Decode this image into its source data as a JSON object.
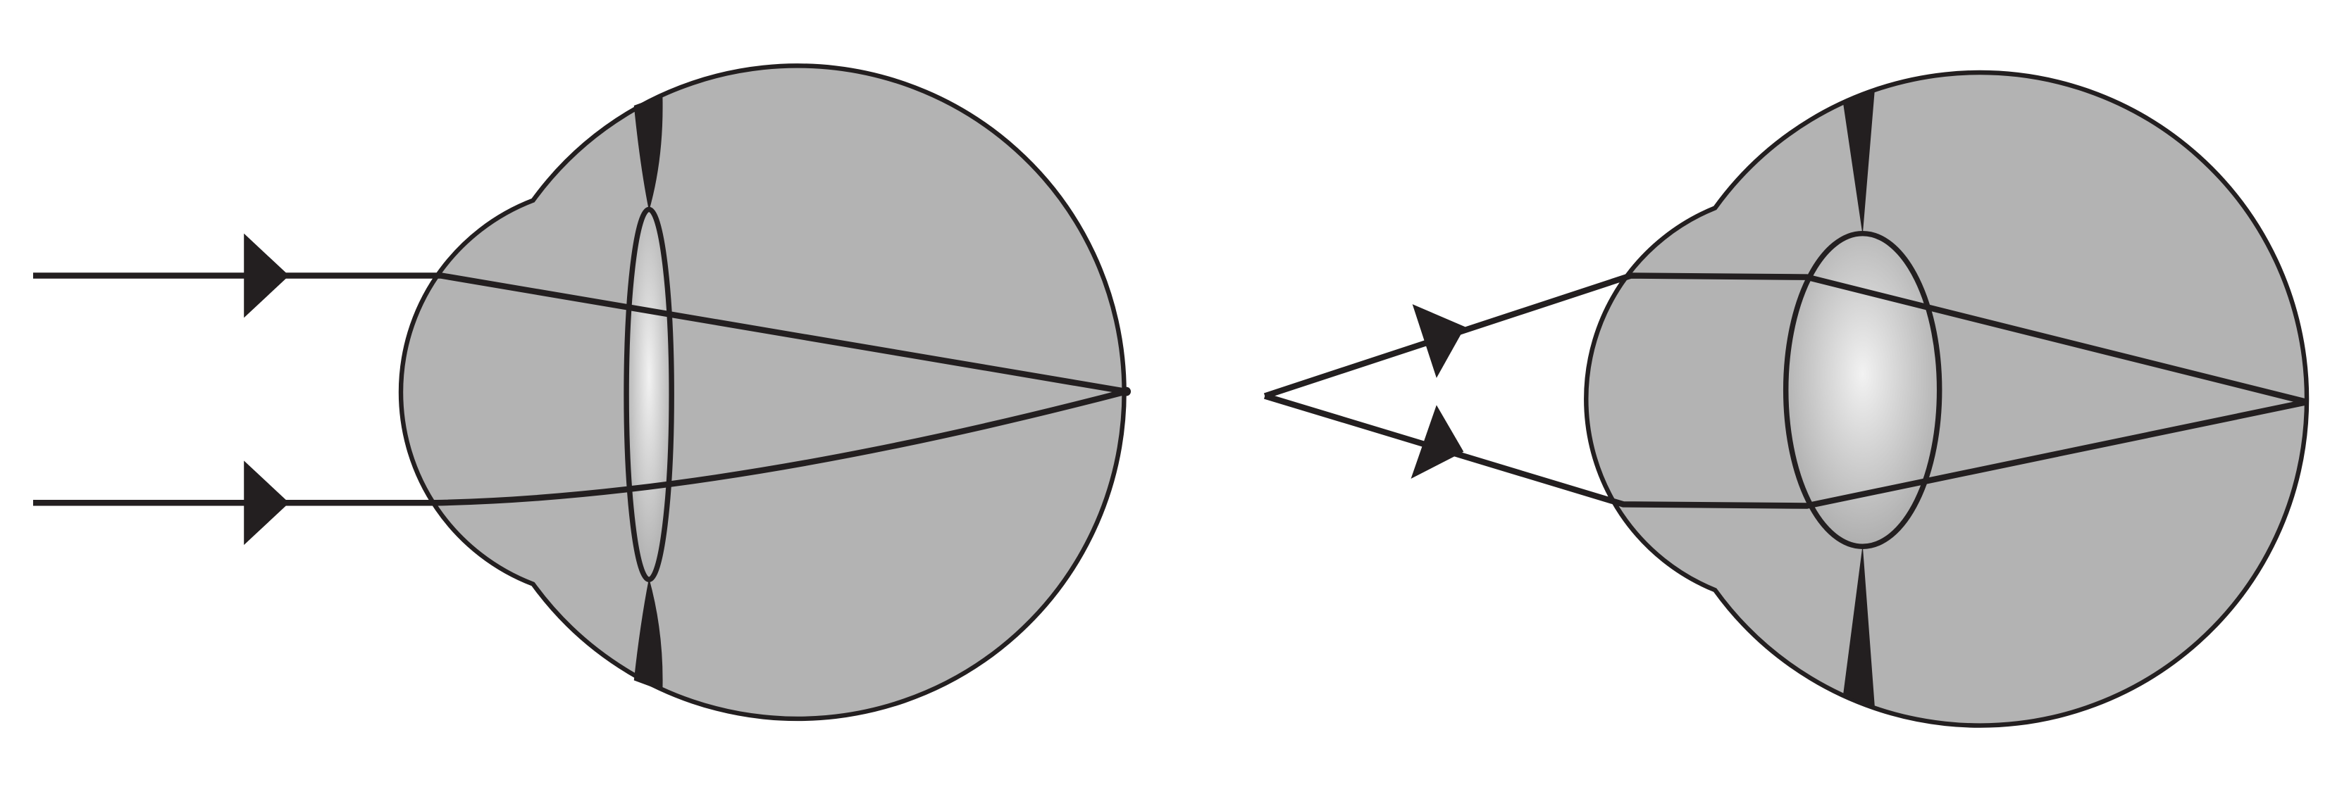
{
  "diagram": {
    "colors": {
      "eye_fill": "#b3b3b3",
      "stroke": "#231f20",
      "background": "#ffffff",
      "lens_highlight": "#f2f2f2"
    },
    "panels": [
      {
        "id": "distant-object",
        "rays": "parallel",
        "lens": "thin"
      },
      {
        "id": "near-object",
        "rays": "diverging",
        "lens": "thick"
      }
    ]
  }
}
